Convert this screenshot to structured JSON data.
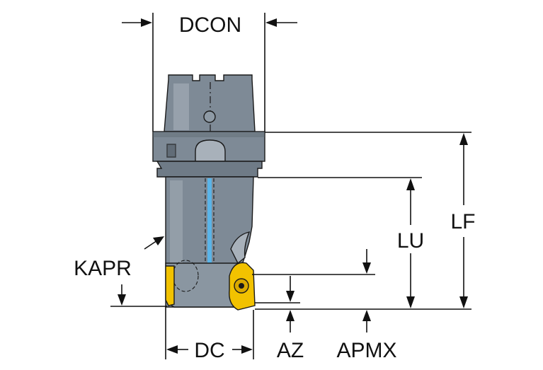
{
  "labels": {
    "dcon": "DCON",
    "lf": "LF",
    "lu": "LU",
    "kapr": "KAPR",
    "dc": "DC",
    "az": "AZ",
    "apmx": "APMX"
  },
  "colors": {
    "body": "#7e8a96",
    "body_light": "#a8b1ba",
    "body_dark": "#56606a",
    "coolant": "#5ab4e8",
    "insert": "#f2c200",
    "insert_dark": "#b88f00",
    "line": "#111111"
  }
}
